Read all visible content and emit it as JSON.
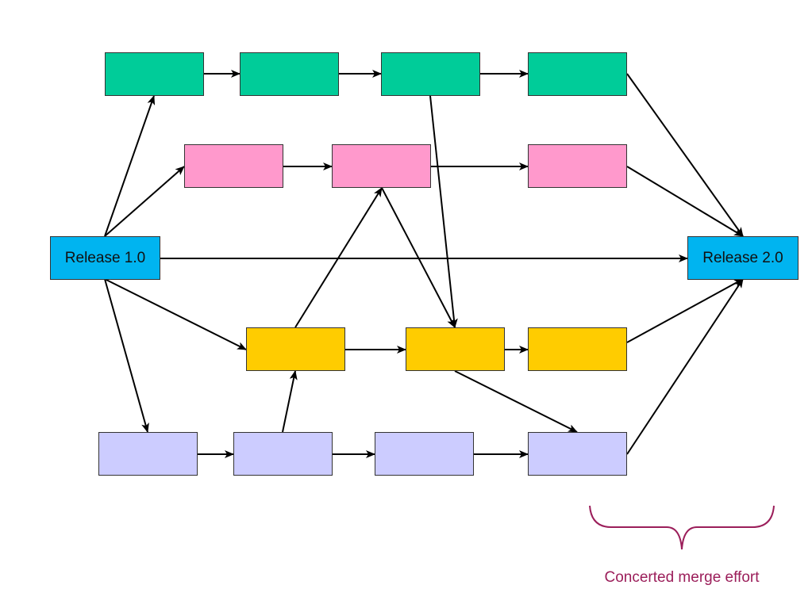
{
  "diagram": {
    "release_start": "Release 1.0",
    "release_end": "Release 2.0",
    "annotation": "Concerted merge effort"
  },
  "colors": {
    "green_branch": "#00cc99",
    "pink_branch": "#ff99cc",
    "yellow_branch": "#ffcc00",
    "lavender_branch": "#ccccff",
    "release": "#00b4f0",
    "edge": "#000000",
    "brace": "#9b1e5a"
  }
}
